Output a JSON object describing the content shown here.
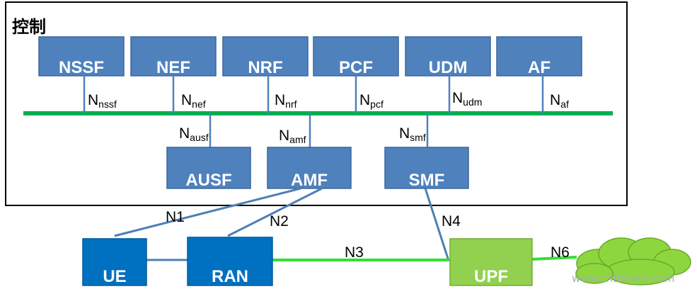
{
  "control_plane": {
    "title": "控制",
    "top_functions": [
      {
        "name": "NSSF",
        "iface_main": "N",
        "iface_sub": "nssf"
      },
      {
        "name": "NEF",
        "iface_main": "N",
        "iface_sub": "nef"
      },
      {
        "name": "NRF",
        "iface_main": "N",
        "iface_sub": "nrf"
      },
      {
        "name": "PCF",
        "iface_main": "N",
        "iface_sub": "pcf"
      },
      {
        "name": "UDM",
        "iface_main": "N",
        "iface_sub": "udm"
      },
      {
        "name": "AF",
        "iface_main": "N",
        "iface_sub": "af"
      }
    ],
    "bottom_functions": [
      {
        "name": "AUSF",
        "iface_main": "N",
        "iface_sub": "ausf"
      },
      {
        "name": "AMF",
        "iface_main": "N",
        "iface_sub": "amf"
      },
      {
        "name": "SMF",
        "iface_main": "N",
        "iface_sub": "smf"
      }
    ]
  },
  "access": {
    "ue": "UE",
    "ran": "RAN",
    "upf": "UPF"
  },
  "interfaces": {
    "n1": "N1",
    "n2": "N2",
    "n3": "N3",
    "n4": "N4",
    "n6": "N6"
  },
  "watermark": "www.cntronics.com",
  "colors": {
    "nf_blue": "#4f81bd",
    "access_blue": "#0070c0",
    "upf_green": "#92d050",
    "bus_green": "#00b050",
    "n3_green": "#33e033",
    "link_blue": "#4f7fb5",
    "cloud_green": "#8ed63e"
  }
}
